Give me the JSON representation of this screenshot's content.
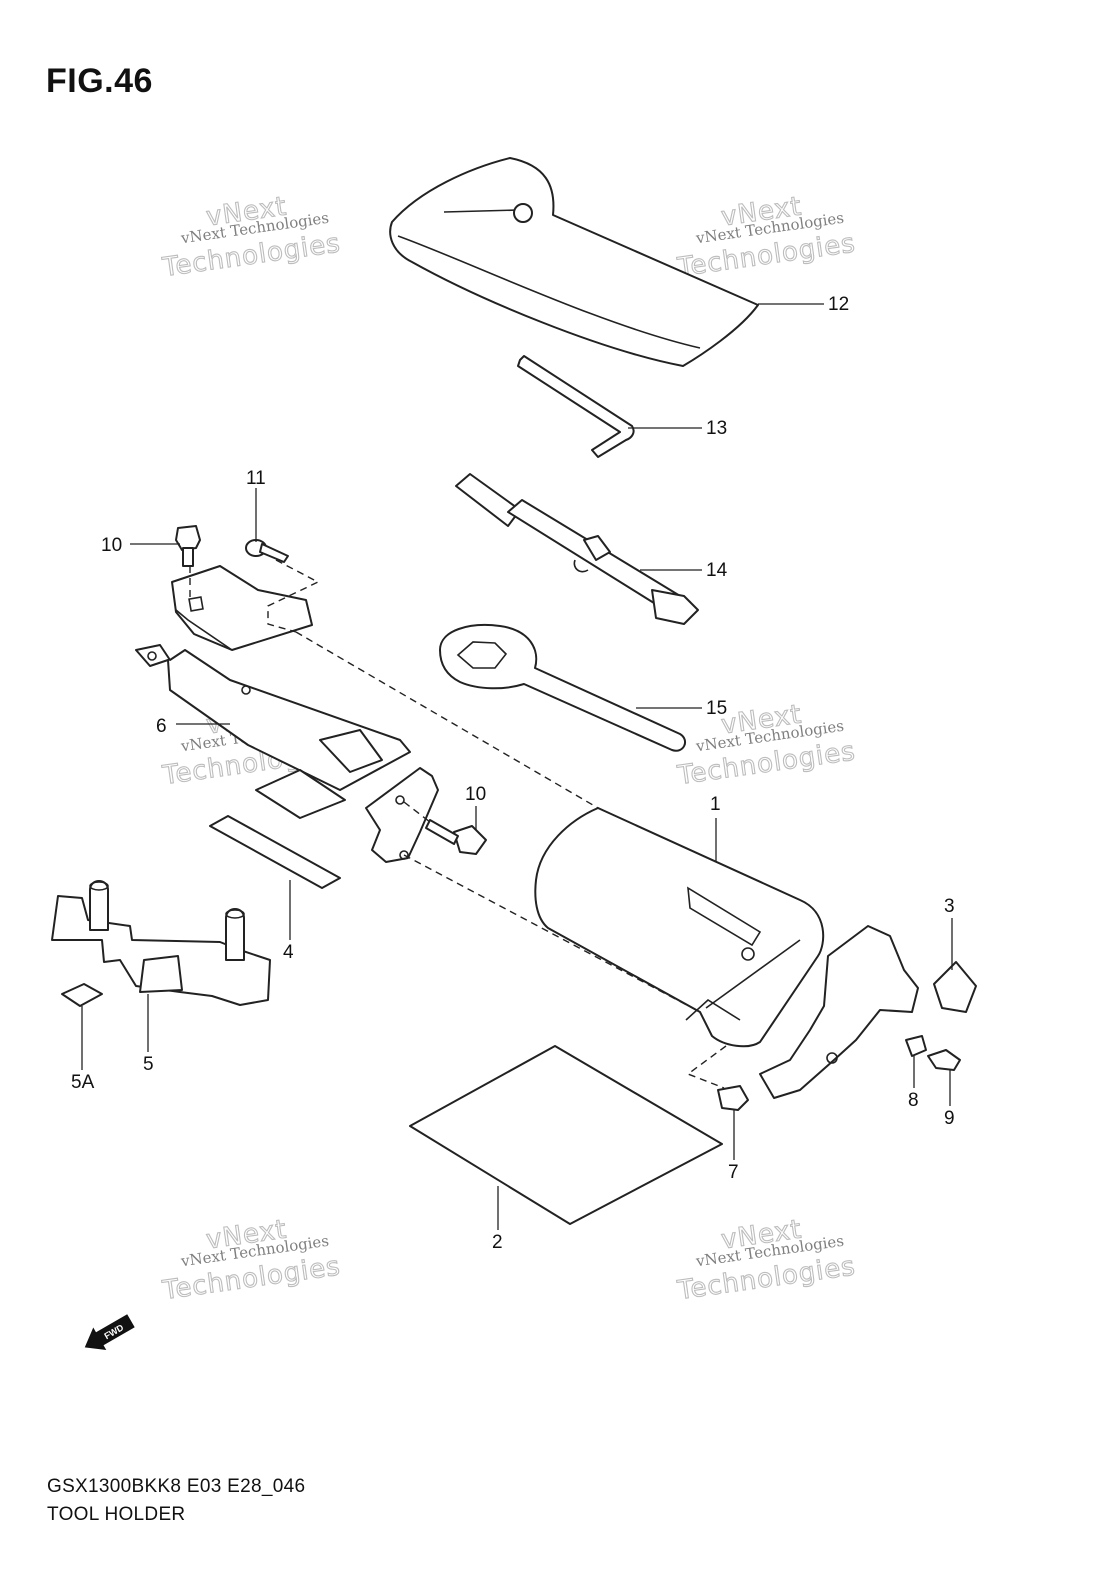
{
  "figure": {
    "title": "FIG.46"
  },
  "footer": {
    "model_code": "GSX1300BKK8 E03 E28_046",
    "section_name": "TOOL HOLDER"
  },
  "watermark": {
    "line1": "vNext Technologies",
    "line2": "vNext",
    "line3": "Technologies"
  },
  "fwd_label": "FWD",
  "callouts": [
    "12",
    "13",
    "14",
    "15",
    "11",
    "10",
    "10",
    "6",
    "1",
    "3",
    "4",
    "5",
    "5A",
    "8",
    "9",
    "7",
    "2"
  ],
  "colors": {
    "line": "#222222",
    "background": "#ffffff",
    "watermark": "#bdbdbd"
  }
}
